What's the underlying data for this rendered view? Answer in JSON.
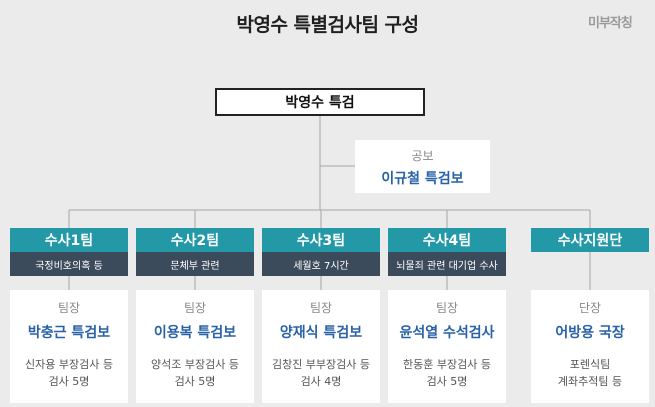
{
  "title": "박영수 특별검사팀 구성",
  "logo": "미부작칭",
  "lead": "박영수 특검",
  "spokesperson": {
    "role": "공보",
    "name": "이규철 특검보"
  },
  "teams": [
    {
      "name": "수사1팀",
      "focus": "국정비호의혹 등",
      "role": "팀장",
      "leader": "박충근 특검보",
      "desc_line1": "신자용 부장검사 등",
      "desc_line2": "검사 5명"
    },
    {
      "name": "수사2팀",
      "focus": "문체부 관련",
      "role": "팀장",
      "leader": "이용복 특검보",
      "desc_line1": "양석조 부장검사 등",
      "desc_line2": "검사 5명"
    },
    {
      "name": "수사3팀",
      "focus": "세월호 7시간",
      "role": "팀장",
      "leader": "양재식 특검보",
      "desc_line1": "김창진 부부장검사 등",
      "desc_line2": "검사 4명"
    },
    {
      "name": "수사4팀",
      "focus": "뇌물죄 관련 대기업 수사",
      "role": "팀장",
      "leader": "윤석열 수석검사",
      "desc_line1": "한동훈 부장검사 등",
      "desc_line2": "검사 5명"
    },
    {
      "name": "수사지원단",
      "focus": "",
      "role": "단장",
      "leader": "어방용 국장",
      "desc_line1": "포렌식팀",
      "desc_line2": "계좌추적팀 등"
    }
  ],
  "colors": {
    "team_head": "#2399a8",
    "team_sub": "#3c4b5c",
    "name_text": "#2a62a8"
  }
}
